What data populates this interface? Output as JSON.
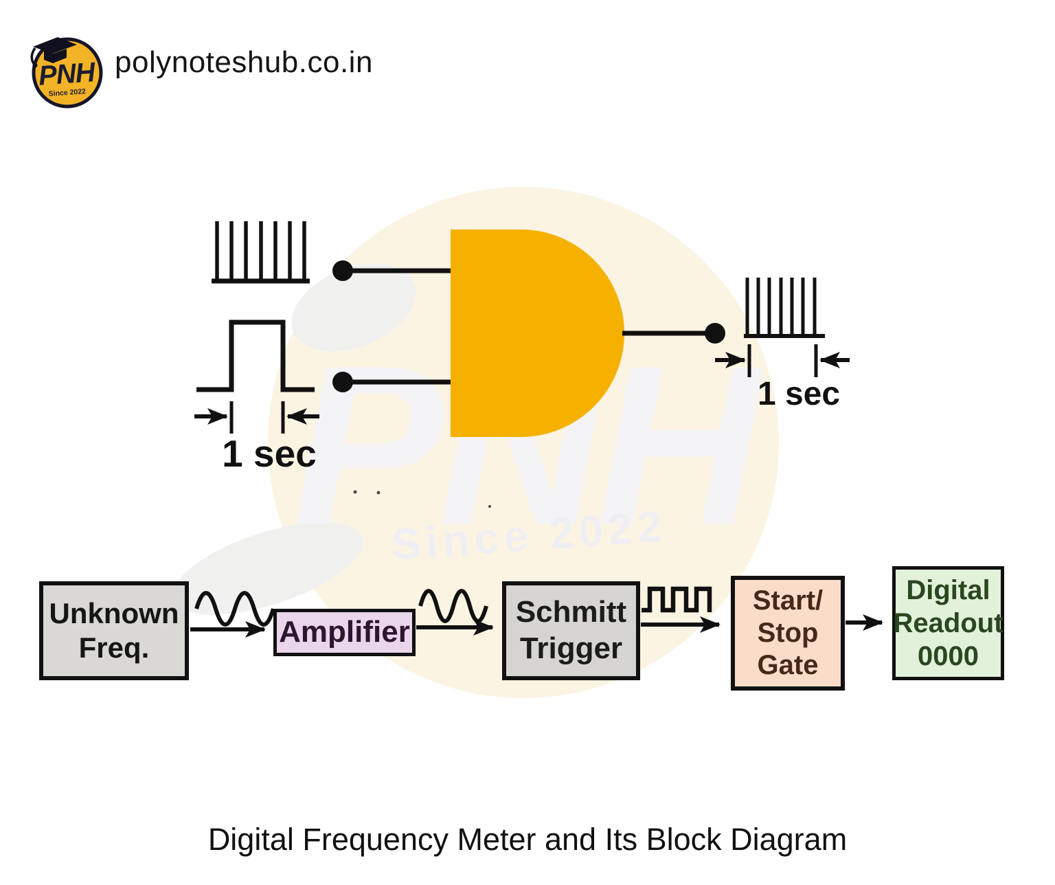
{
  "header": {
    "site_url": "polynoteshub.co.in",
    "logo": {
      "monogram": "PNH",
      "since": "Since 2022"
    }
  },
  "watermark": {
    "monogram": "PNH",
    "since": "Since 2022"
  },
  "and_gate_figure": {
    "gate_pulse_width_label": "1 sec",
    "output_window_label": "1 sec"
  },
  "block_diagram": {
    "blocks": [
      {
        "name": "unknown-frequency-source",
        "lines": [
          "Unknown",
          "Freq."
        ],
        "fill": "#d9d8d4",
        "text_color": "#161616"
      },
      {
        "name": "amplifier",
        "lines": [
          "Amplifier"
        ],
        "fill": "#e9d6ea",
        "text_color": "#2c1630"
      },
      {
        "name": "schmitt-trigger",
        "lines": [
          "Schmitt",
          "Trigger"
        ],
        "fill": "#d6d5d1",
        "text_color": "#1c1c1c"
      },
      {
        "name": "start-stop-gate",
        "lines": [
          "Start/",
          "Stop",
          "Gate"
        ],
        "fill": "#f9ddc9",
        "text_color": "#46291b"
      },
      {
        "name": "digital-readout",
        "lines": [
          "Digital",
          "Readout",
          "0000"
        ],
        "fill": "#e2f1d9",
        "text_color": "#2a471f"
      }
    ]
  },
  "caption": "Digital Frequency Meter and Its Block Diagram",
  "colors": {
    "gate_fill": "#f6b100",
    "ink": "#111111",
    "logo_circle": "#f2b327",
    "logo_ink": "#16162a",
    "watermark_circle": "#fbf4e3"
  }
}
